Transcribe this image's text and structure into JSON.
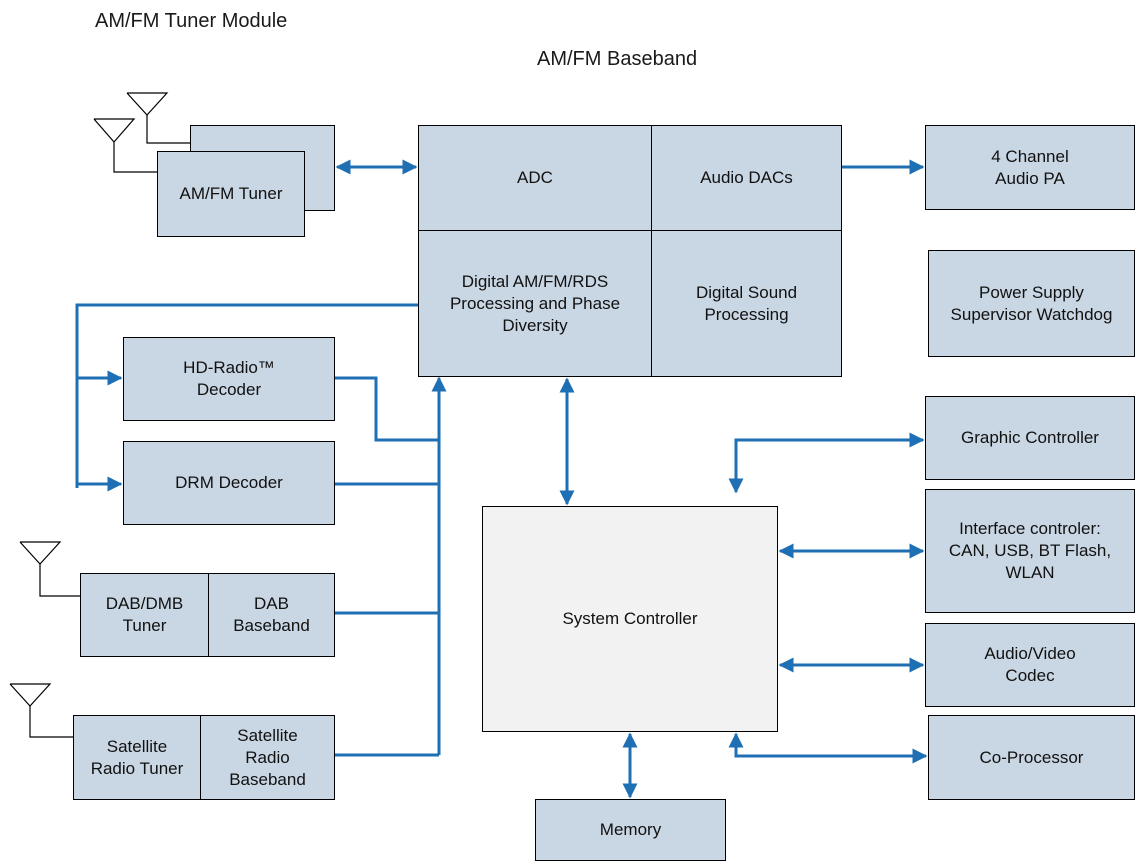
{
  "captions": {
    "tuner_module": "AM/FM Tuner Module",
    "baseband": "AM/FM Baseband"
  },
  "blocks": {
    "am_fm_tuner": "AM/FM Tuner",
    "adc": "ADC",
    "audio_dacs": "Audio DACs",
    "digital_processing": "Digital AM/FM/RDS\nProcessing and Phase\nDiversity",
    "digital_sound": "Digital Sound\nProcessing",
    "audio_pa": "4 Channel\nAudio PA",
    "power_supply": "Power Supply\nSupervisor Watchdog",
    "hd_radio": "HD-Radio™\nDecoder",
    "drm_decoder": "DRM Decoder",
    "graphic_controller": "Graphic Controller",
    "interface_controller": "Interface controler:\nCAN, USB, BT Flash,\nWLAN",
    "dab_tuner": "DAB/DMB\nTuner",
    "dab_baseband": "DAB\nBaseband",
    "system_controller": "System Controller",
    "av_codec": "Audio/Video\nCodec",
    "satellite_tuner": "Satellite\nRadio Tuner",
    "satellite_baseband": "Satellite\nRadio\nBaseband",
    "co_processor": "Co-Processor",
    "memory": "Memory"
  },
  "colors": {
    "block_fill": "#c9d6e3",
    "system_fill": "#f2f2f2",
    "connector": "#1f6fb5"
  }
}
